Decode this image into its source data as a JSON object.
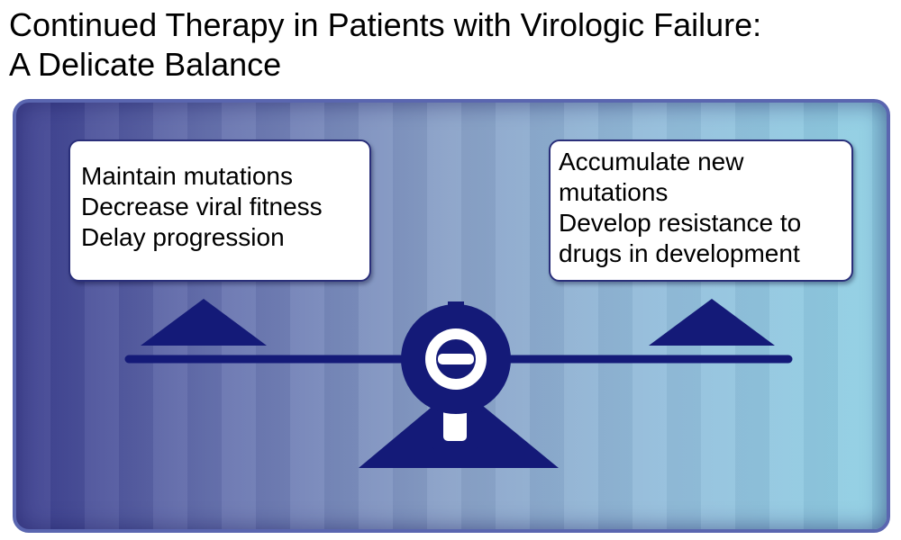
{
  "slide": {
    "title_lines": [
      "Continued Therapy in Patients with Virologic Failure:",
      "A Delicate Balance"
    ]
  },
  "balance": {
    "left": {
      "lines": [
        "Maintain mutations",
        "Decrease viral fitness",
        "Delay progression"
      ]
    },
    "right": {
      "lines": [
        "Accumulate new",
        "mutations",
        "Develop resistance to",
        "drugs in development"
      ]
    }
  },
  "colors": {
    "scale": "#141a78",
    "panel_border": "#5a66b0",
    "box_border": "#2a2f7a"
  },
  "icons": {
    "scale": "balance-scale-icon"
  }
}
